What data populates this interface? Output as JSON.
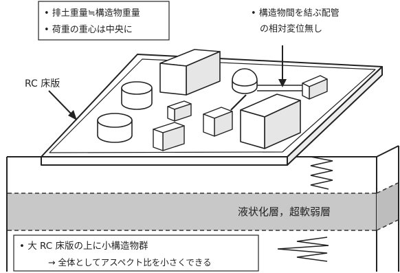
{
  "note_top_left": {
    "lines": [
      "• 排土重量≒構造物重量",
      "• 荷重の重心は中央に"
    ]
  },
  "note_top_right": {
    "lines": [
      "• 構造物間を結ぶ配管",
      "の相対変位無し"
    ]
  },
  "label_slab": "RC 床版",
  "label_layer": "液状化層，超軟弱層",
  "note_bottom": {
    "line1": "• 大 RC 床版の上に小構造物群",
    "line2": "→ 全体としてアスペクト比を小さくできる"
  },
  "colors": {
    "line": "#222222",
    "layer_fill": "#c8c8c8",
    "face_light": "#ffffff",
    "face_shade": "#e6e6e6"
  }
}
